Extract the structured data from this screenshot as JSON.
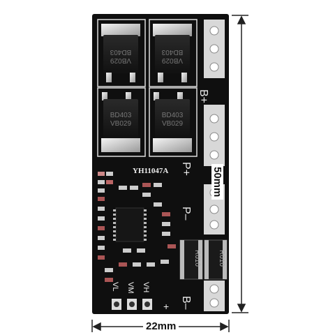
{
  "board": {
    "model": "YH11047A",
    "mosfet_marking_line1": "BD403",
    "mosfet_marking_line2": "VB029",
    "resistor_marking": "R010",
    "pads": {
      "b_plus": "B+",
      "p_plus": "P+",
      "p_minus": "P–",
      "b_minus": "B–",
      "vl": "VL",
      "vm": "VM",
      "vh": "VH",
      "plus": "+"
    },
    "colors": {
      "pcb": "#101010",
      "silk": "#e9e9e9",
      "metal": "#cfcfcf",
      "chip": "#1c1c1c"
    }
  },
  "dimensions": {
    "width_label": "22mm",
    "height_label": "50mm"
  }
}
